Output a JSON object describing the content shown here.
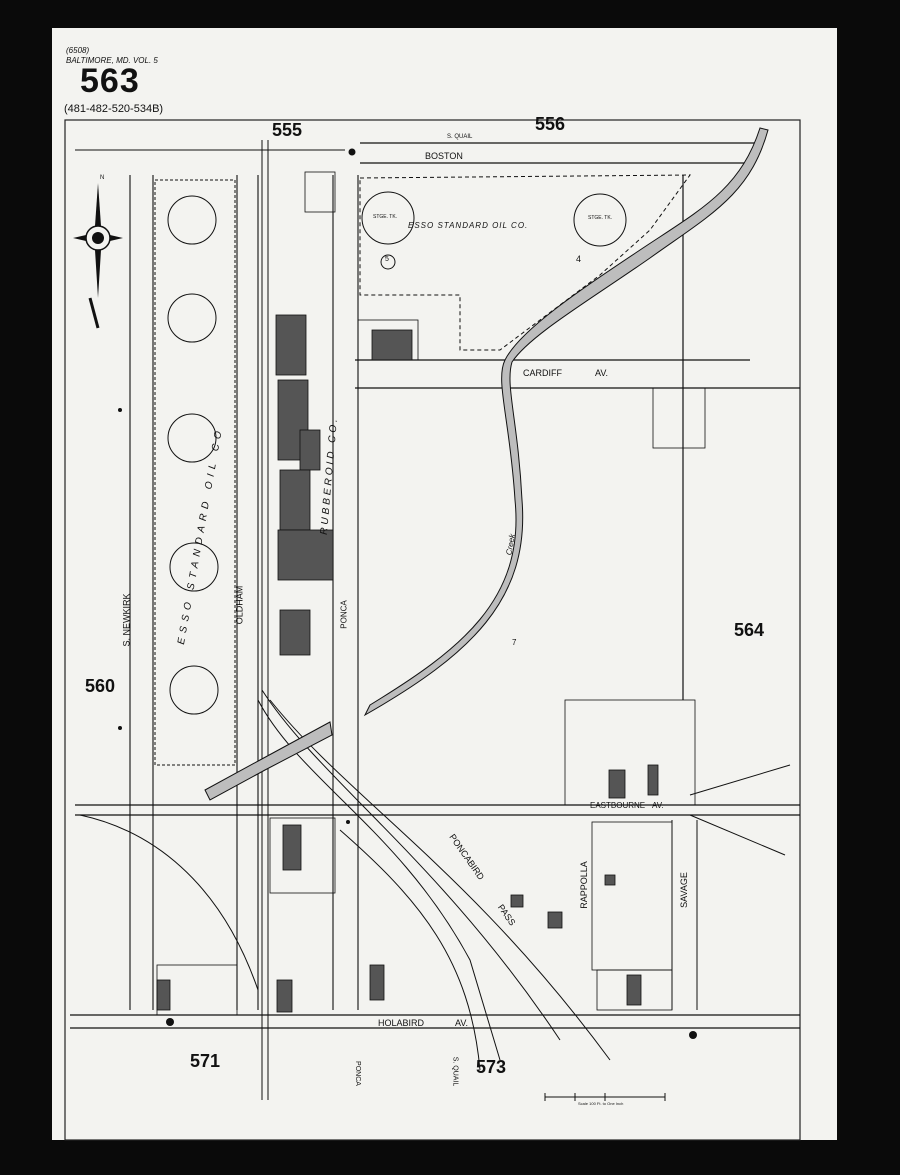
{
  "header": {
    "code": "(6508)",
    "city_volume": "BALTIMORE, MD. VOL. 5",
    "sheet_number": "563",
    "adjoining_sheets": "(481-482-520-534B)"
  },
  "adjacent_sheets": {
    "north_left": "555",
    "north_right": "556",
    "west": "560",
    "east": "564",
    "south_left": "571",
    "south_right": "573"
  },
  "streets": {
    "boston": "BOSTON",
    "cardiff": "CARDIFF",
    "cardiff_av": "AV.",
    "eastbourne": "EASTBOURNE",
    "eastbourne_av": "AV.",
    "holabird": "HOLABIRD",
    "holabird_av": "AV.",
    "newkirk": "S. NEWKIRK",
    "oldham": "OLDHAM",
    "ponca": "PONCA",
    "savage": "SAVAGE",
    "rappolla": "RAPPOLLA",
    "poncabird": "PONCABIRD",
    "pass": "PASS",
    "s_quail": "S. QUAIL",
    "ponca_bottom": "PONCA",
    "s_quail_bottom": "S. QUAIL"
  },
  "labels": {
    "esso_standard_oil": "ESSO STANDARD OIL CO.",
    "esso_vertical": "ESSO STANDARD OIL CO",
    "rubberoid_co": "RUBBEROID CO.",
    "creek": "Creek",
    "storage_tank_left": "STGE. TK.",
    "storage_tank_right": "STGE. TK.",
    "lot_4": "4",
    "lot_5": "5",
    "lot_7": "7",
    "scale": "Scale 100 Ft. to One Inch"
  },
  "compass": {
    "north": "N",
    "icon": "compass-rose-icon"
  },
  "colors": {
    "paper": "#f3f3f0",
    "ink": "#111111",
    "building": "#555555",
    "creek": "#bdbdbd",
    "frame": "#0a0a0a"
  }
}
